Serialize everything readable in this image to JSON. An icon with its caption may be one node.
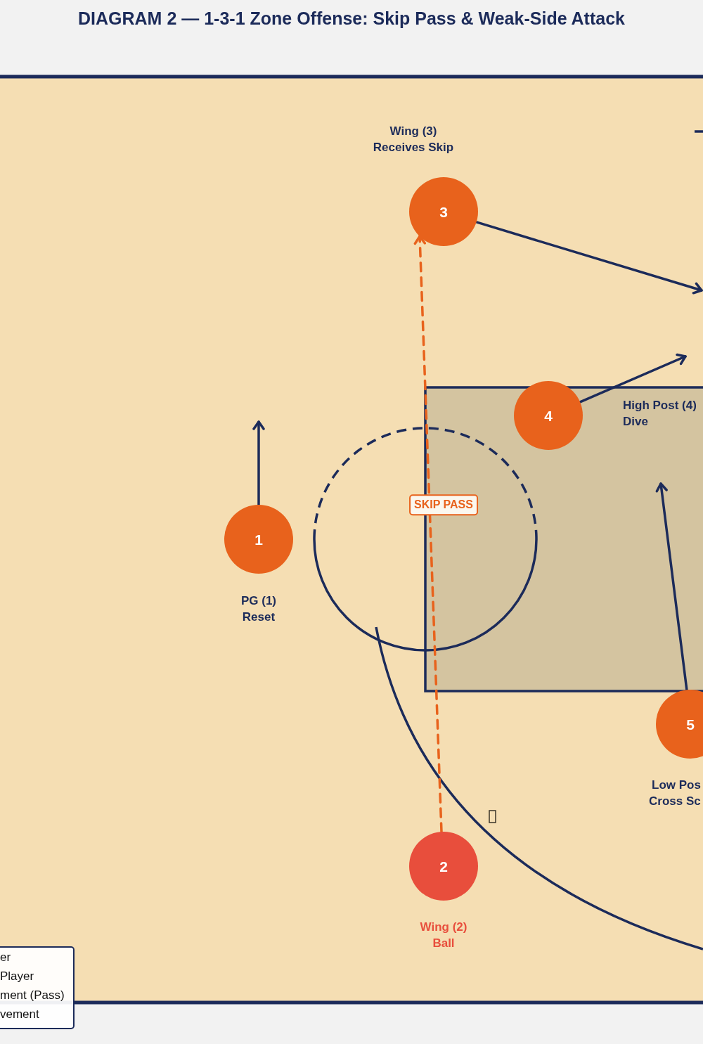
{
  "diagram": {
    "title": "DIAGRAM 2 — 1-3-1 Zone Offense: Skip Pass & Weak-Side Attack",
    "nodes": [
      {
        "text": [
          "3"
        ],
        "beside": [
          "Wing (3)",
          "Receives Skip"
        ]
      },
      {
        "text": [
          "4"
        ],
        "beside": [
          "High Post (4)",
          "Dive"
        ]
      },
      {
        "text": [
          "1"
        ],
        "beside": [
          "PG (1)",
          "Reset"
        ]
      },
      {
        "text": [
          "5"
        ],
        "beside": [
          "Low Pos",
          "Cross Sc"
        ]
      },
      {
        "text": [
          "2"
        ],
        "beside": [
          "Wing (2)",
          "Ball"
        ]
      }
    ],
    "edges": [
      {
        "from": 4,
        "to": 0,
        "arrow": "to",
        "label": "SKIP PASS",
        "style": "dashed",
        "color": "#e8621c"
      },
      {
        "from": 0,
        "to": null,
        "arrow": "to"
      },
      {
        "from": 1,
        "to": null,
        "arrow": "to"
      },
      {
        "from": 2,
        "to": null,
        "arrow": "to"
      },
      {
        "from": 3,
        "to": null,
        "arrow": "to"
      }
    ],
    "legend": [
      {
        "text": "er"
      },
      {
        "text": "Player"
      },
      {
        "text": "ment (Pass)"
      },
      {
        "text": "vement"
      }
    ]
  }
}
